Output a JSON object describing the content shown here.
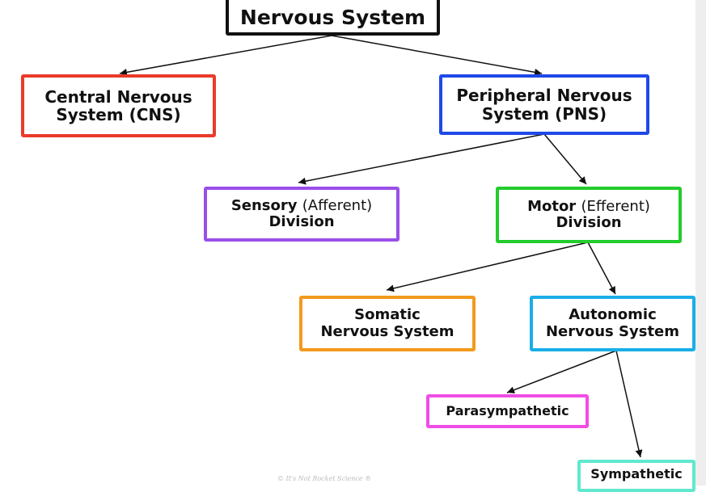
{
  "diagram": {
    "nodes": {
      "root": {
        "line1": "Nervous System",
        "color": "#111111"
      },
      "cns": {
        "line1": "Central Nervous",
        "line2": "System (CNS)",
        "color": "#ea3b2a"
      },
      "pns": {
        "line1": "Peripheral Nervous",
        "line2": "System (PNS)",
        "color": "#1f49e8"
      },
      "sensory": {
        "label_bold": "Sensory",
        "label_normal": "(Afferent)",
        "line2": "Division",
        "color": "#9a4ee8"
      },
      "motor": {
        "label_bold": "Motor",
        "label_normal": "(Efferent)",
        "line2": "Division",
        "color": "#22cc2c"
      },
      "somatic": {
        "line1": "Somatic",
        "line2": "Nervous System",
        "color": "#f39a1c"
      },
      "autonomic": {
        "line1": "Autonomic",
        "line2": "Nervous System",
        "color": "#1aaee8"
      },
      "parasympathetic": {
        "line1": "Parasympathetic",
        "color": "#f04de6"
      },
      "sympathetic": {
        "line1": "Sympathetic",
        "color": "#61e8d0"
      }
    },
    "edges": [
      {
        "from": "root",
        "to": "cns"
      },
      {
        "from": "root",
        "to": "pns"
      },
      {
        "from": "pns",
        "to": "sensory"
      },
      {
        "from": "pns",
        "to": "motor"
      },
      {
        "from": "motor",
        "to": "somatic"
      },
      {
        "from": "motor",
        "to": "autonomic"
      },
      {
        "from": "autonomic",
        "to": "parasympathetic"
      },
      {
        "from": "autonomic",
        "to": "sympathetic"
      }
    ],
    "watermark": "© It's Not Rocket Science ®"
  }
}
